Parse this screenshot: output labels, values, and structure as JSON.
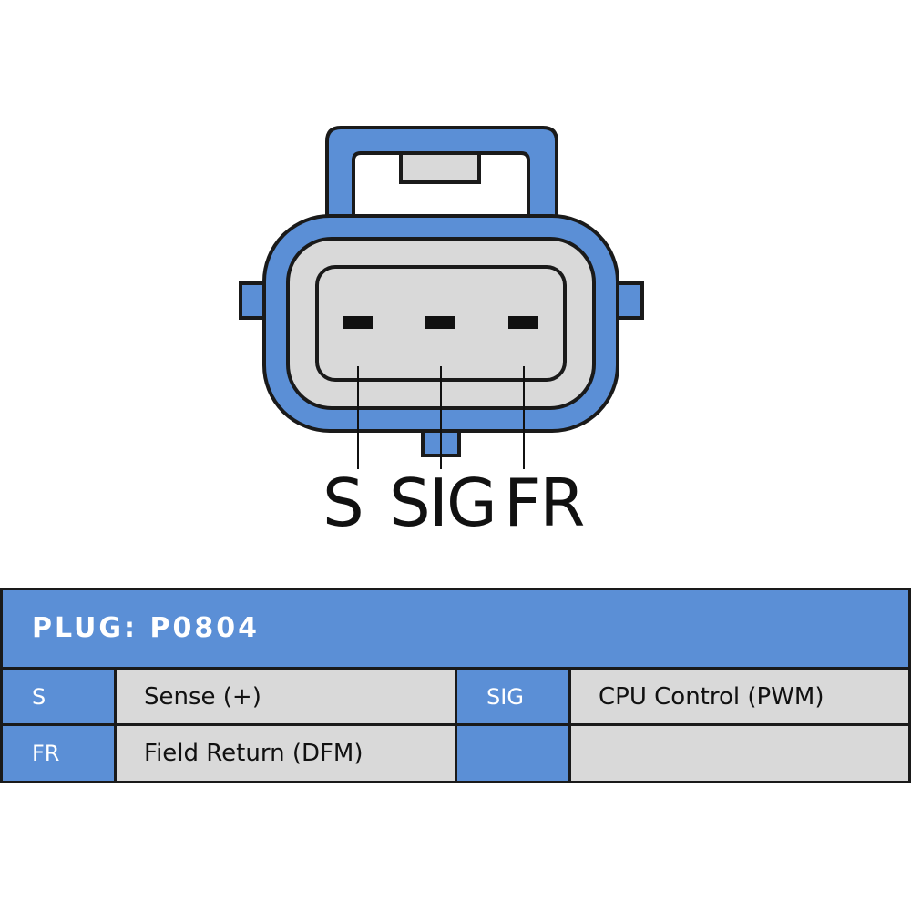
{
  "diagram": {
    "pin_labels": [
      "S",
      "SIG",
      "FR"
    ]
  },
  "table": {
    "title": "PLUG: P0804",
    "rows": [
      [
        {
          "code": "S",
          "description": "Sense (+)"
        },
        {
          "code": "SIG",
          "description": "CPU Control (PWM)"
        }
      ],
      [
        {
          "code": "FR",
          "description": "Field Return (DFM)"
        },
        {
          "code": "",
          "description": ""
        }
      ]
    ]
  },
  "colors": {
    "accent": "#5b8fd6",
    "cell": "#d9d9d9",
    "outline": "#1a1a1a"
  }
}
